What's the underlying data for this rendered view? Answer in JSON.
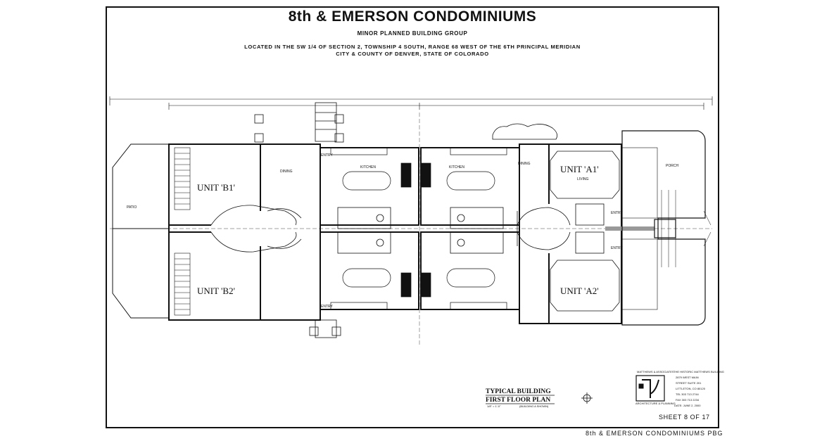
{
  "header": {
    "title": "8th & EMERSON CONDOMINIUMS",
    "subtitle": "MINOR PLANNED BUILDING GROUP",
    "location_line1": "LOCATED IN THE SW 1/4 OF SECTION 2, TOWNSHIP 4 SOUTH, RANGE 68 WEST OF THE 6TH PRINCIPAL MERIDIAN",
    "location_line2": "CITY & COUNTY OF DENVER, STATE OF COLORADO"
  },
  "plan": {
    "units": [
      "UNIT 'B1'",
      "UNIT 'B2'",
      "UNIT 'A1'",
      "UNIT 'A2'"
    ],
    "rooms": {
      "patio": "PATIO",
      "dining": "DINING",
      "kitchen": "KITCHEN",
      "living": "LIVING",
      "entry": "ENTRY",
      "porch": "PORCH"
    },
    "drawing_title_line1": "TYPICAL BUILDING",
    "drawing_title_line2": "FIRST FLOOR PLAN",
    "scale_note": "1/8\" = 1'-0\"",
    "building_note": "(BUILDING A SHOWN)"
  },
  "title_block": {
    "firm": "MATTHEWS & ASSOCIATES",
    "firm_sub": "ARCHITECTURE & PLANNING",
    "building_name": "THE HISTORIC MATTHEWS BUILDING",
    "address1": "2879 WEST MAIN",
    "address2": "STREET SUITE 201",
    "city": "LITTLETON, CO 80120",
    "tel": "TEL 303 713 2744",
    "fax": "FAX 303 713 2234",
    "date": "DATE: JUNE 2, 2000"
  },
  "sheet": "SHEET  8 OF 17",
  "footer": "8th & EMERSON CONDOMINIUMS PBG"
}
